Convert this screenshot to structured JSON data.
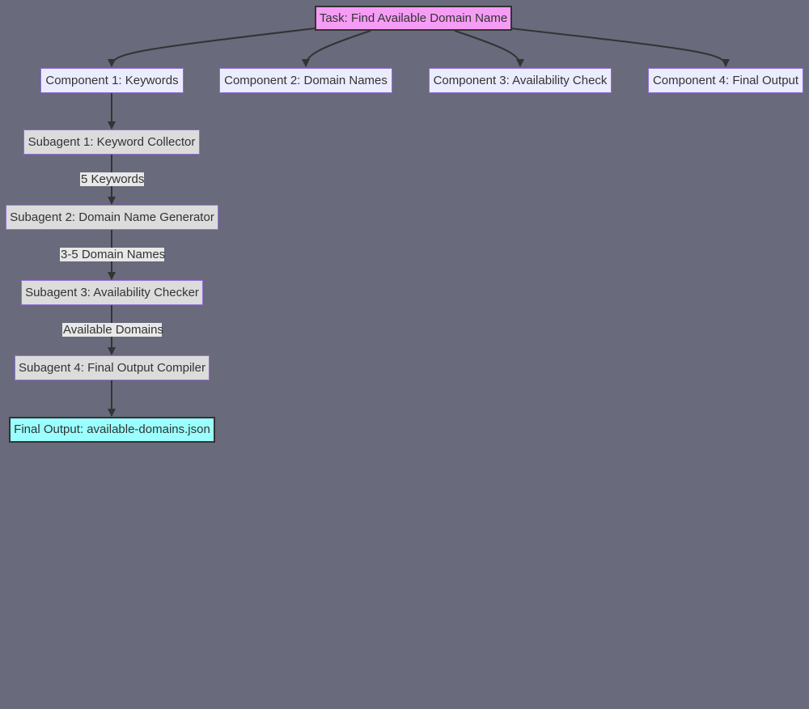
{
  "diagram": {
    "task": "Task: Find Available Domain Name",
    "components": [
      "Component 1: Keywords",
      "Component 2: Domain Names",
      "Component 3: Availability Check",
      "Component 4: Final Output"
    ],
    "subagents": [
      "Subagent 1: Keyword Collector",
      "Subagent 2: Domain Name Generator",
      "Subagent 3: Availability Checker",
      "Subagent 4: Final Output Compiler"
    ],
    "edge_labels": [
      "5 Keywords",
      "3-5 Domain Names",
      "Available Domains"
    ],
    "final_output": "Final Output: available-domains.json"
  },
  "colors": {
    "background": "#696a7b",
    "task_fill": "#f59cf5",
    "component_fill": "#ececff",
    "subagent_fill": "#dcdcdc",
    "final_fill": "#9bffff",
    "edge": "#333333"
  }
}
